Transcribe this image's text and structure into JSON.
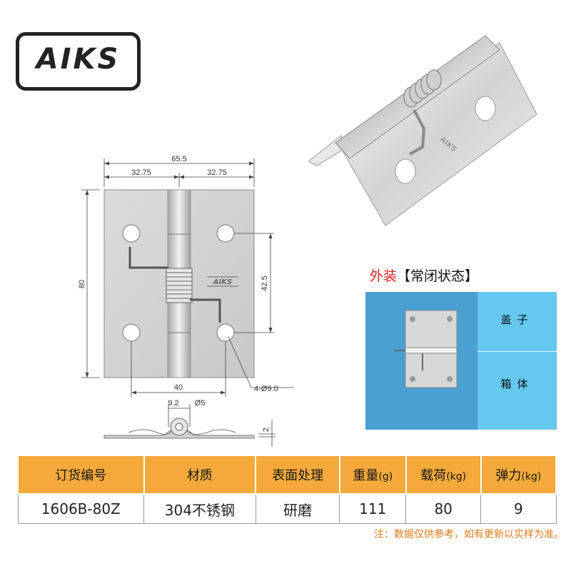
{
  "logo": {
    "text": "AIKS"
  },
  "drawing": {
    "width_total": "65.5",
    "half_left": "32.75",
    "half_right": "32.75",
    "height": "80",
    "hole_spacing_v": "42.5",
    "hole_spacing_h": "40",
    "holes": "4-Ø9.0",
    "pin_offset": "9.2",
    "pin_dia": "Ø5",
    "thickness": "2",
    "engraving": "AIKS"
  },
  "panel": {
    "title_red": "外装",
    "title_black": "【常闭状态】",
    "label_lid": "盖子",
    "label_box": "箱体",
    "colors": {
      "left": "#4a9fd3",
      "right": "#64c8ef"
    }
  },
  "table": {
    "headers": [
      {
        "label": "订货编号",
        "unit": ""
      },
      {
        "label": "材质",
        "unit": ""
      },
      {
        "label": "表面处理",
        "unit": ""
      },
      {
        "label": "重量",
        "unit": "(g)"
      },
      {
        "label": "载荷",
        "unit": "(kg)"
      },
      {
        "label": "弹力",
        "unit": "(kg)"
      }
    ],
    "row": [
      "1606B-80Z",
      "304不锈钢",
      "研磨",
      "111",
      "80",
      "9"
    ],
    "header_color": "#f4a93a"
  },
  "note": "注：数据仅供参考，如有更新以实样为准。"
}
